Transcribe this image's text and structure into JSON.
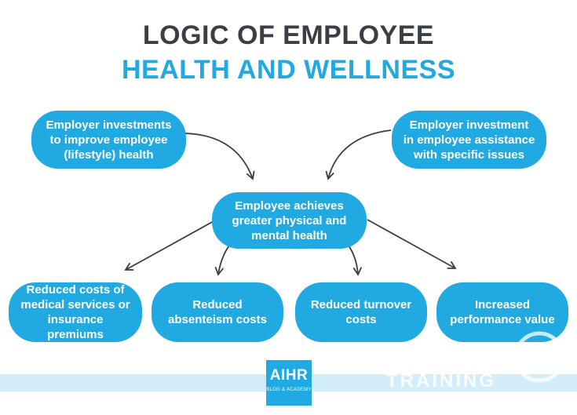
{
  "title": {
    "line1": "LOGIC OF EMPLOYEE",
    "line2": "HEALTH AND WELLNESS"
  },
  "nodes": {
    "input_left": "Employer investments to improve employee (lifestyle) health",
    "input_right": "Employer investment in employee assistance with specific issues",
    "center": "Employee achieves greater physical and mental health",
    "outcome_1": "Reduced costs of medical services or insurance premiums",
    "outcome_2": "Reduced absenteism costs",
    "outcome_3": "Reduced turnover costs",
    "outcome_4": "Increased performance value"
  },
  "logo": {
    "name": "AIHR",
    "tagline": "BLOG & ACADEMY"
  },
  "watermark": {
    "text": "TRAINING"
  },
  "colors": {
    "title_dark": "#3b3f45",
    "accent": "#21a9e1",
    "band": "#d3eefa",
    "arrow": "#3b3f45"
  }
}
